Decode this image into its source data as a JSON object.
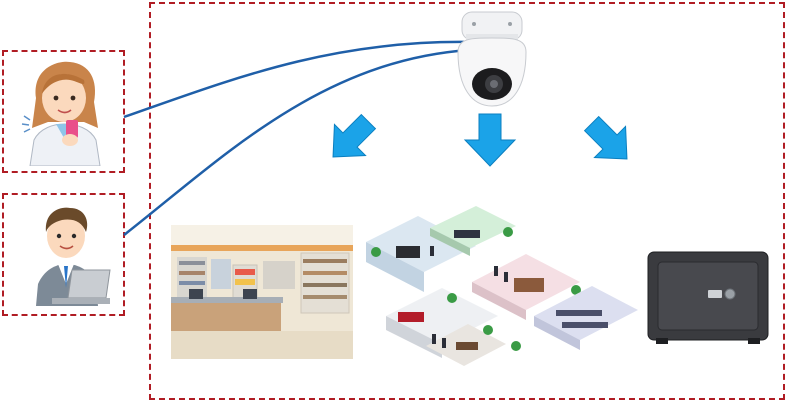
{
  "diagram": {
    "frame_color": "#b01c24",
    "cable_color": "#1f5fa8",
    "arrow_color": "#1ba3e8",
    "users": [
      {
        "name": "woman-with-smartphone",
        "icon": "woman-smartphone-icon"
      },
      {
        "name": "man-with-laptop",
        "icon": "man-laptop-icon"
      }
    ],
    "camera": {
      "icon": "dome-security-camera-icon"
    },
    "monitored_sites": [
      {
        "name": "convenience-store",
        "icon": "store-interior-icon"
      },
      {
        "name": "office",
        "icon": "office-floorplan-icon"
      },
      {
        "name": "safe",
        "icon": "safe-box-icon"
      }
    ]
  }
}
